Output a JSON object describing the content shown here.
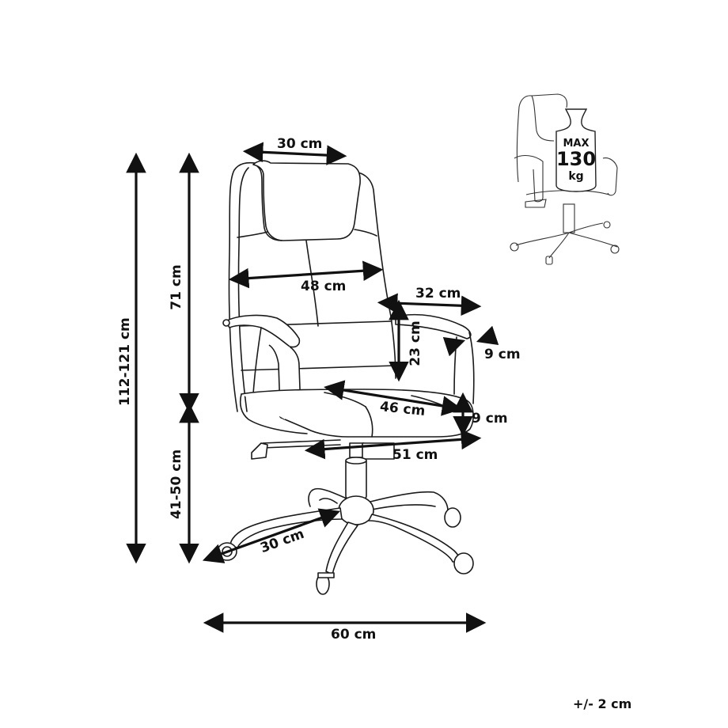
{
  "diagram": {
    "subject": "office-chair-dimensions",
    "line_color": "#1a1a1a",
    "background": "#ffffff"
  },
  "dimensions": {
    "total_height": "112-121 cm",
    "backrest_height": "71 cm",
    "seat_height": "41-50 cm",
    "headrest_width": "30 cm",
    "backrest_width": "48 cm",
    "armrest_depth": "32 cm",
    "armrest_height": "23 cm",
    "armrest_width": "9 cm",
    "seat_depth": "46 cm",
    "seat_thickness": "9 cm",
    "seat_width": "51 cm",
    "base_leg_length": "30 cm",
    "base_width": "60 cm"
  },
  "max_load": {
    "line1": "MAX",
    "value": "130",
    "unit": "kg"
  },
  "tolerance": "+/- 2 cm"
}
